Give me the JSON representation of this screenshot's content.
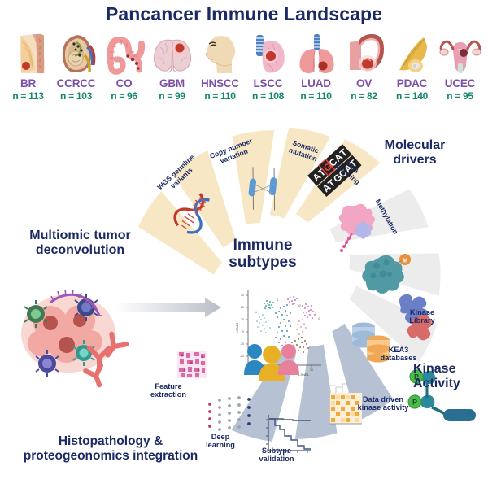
{
  "header": {
    "title": "Pancancer Immune Landscape",
    "cohorts": [
      {
        "code": "BR",
        "n": "n = 113",
        "icon": "breast-icon"
      },
      {
        "code": "CCRCC",
        "n": "n = 103",
        "icon": "kidney-icon"
      },
      {
        "code": "CO",
        "n": "n = 96",
        "icon": "colon-icon"
      },
      {
        "code": "GBM",
        "n": "n = 99",
        "icon": "brain-icon"
      },
      {
        "code": "HNSCC",
        "n": "n = 110",
        "icon": "head-neck-icon"
      },
      {
        "code": "LSCC",
        "n": "n = 108",
        "icon": "lung-squamous-icon"
      },
      {
        "code": "LUAD",
        "n": "n = 110",
        "icon": "lungs-icon"
      },
      {
        "code": "OV",
        "n": "n = 82",
        "icon": "ovary-icon"
      },
      {
        "code": "PDAC",
        "n": "n = 140",
        "icon": "pancreas-icon"
      },
      {
        "code": "UCEC",
        "n": "n = 95",
        "icon": "uterus-icon"
      }
    ]
  },
  "center": {
    "title": "Immune\nsubtypes",
    "plot": {
      "xlabel": "t-SNE1",
      "ylabel": "t-SNE2",
      "xticks": [
        "10",
        "20",
        "30"
      ],
      "yticks": [
        "-20",
        "-10",
        "0",
        "10",
        "20",
        "30"
      ]
    }
  },
  "sections": {
    "molecular_drivers": "Molecular\ndrivers",
    "kinase_activity": "Kinase\nActivity",
    "multiomic": "Multiomic tumor\ndeconvolution",
    "histopathology": "Histopathology &\nproteogeonomics integration"
  },
  "petals": {
    "molecular": [
      {
        "label": "WGS germline\nvariants",
        "icon": "dna-helix-icon"
      },
      {
        "label": "Copy number\nvariation",
        "icon": "chromosome-icon"
      },
      {
        "label": "Somatic\nmutation",
        "icon": "sequence-track-icon"
      },
      {
        "label": "HLA\nsilencing",
        "icon": "hla-protein-icon"
      },
      {
        "label": "Methylation",
        "icon": "methyl-protein-icon"
      }
    ],
    "kinase": [
      {
        "label": "Kinase\nLibrary",
        "icon": "kinase-proteins-icon"
      },
      {
        "label": "KEA3\ndatabases",
        "icon": "database-stack-icon"
      },
      {
        "label": "Data driven\nkinase activity",
        "icon": "heatmap-icon"
      }
    ],
    "histo": [
      {
        "label": "Feature\nextraction",
        "icon": "tissue-patch-icon"
      },
      {
        "label": "Deep\nlearning",
        "icon": "neural-net-icon"
      },
      {
        "label": "Subtype\nvalidation",
        "icon": "survival-curve-icon"
      }
    ]
  },
  "colors": {
    "title_navy": "#1b2a63",
    "cohort_purple": "#7b4fa8",
    "cohort_green": "#12876b",
    "petal_cream": "#f7e7c4",
    "petal_gray": "#ececec",
    "petal_bluegray": "#b6c2d4",
    "kinase_teal": "#1f7d94",
    "phospho_green": "#4cbb4c"
  }
}
